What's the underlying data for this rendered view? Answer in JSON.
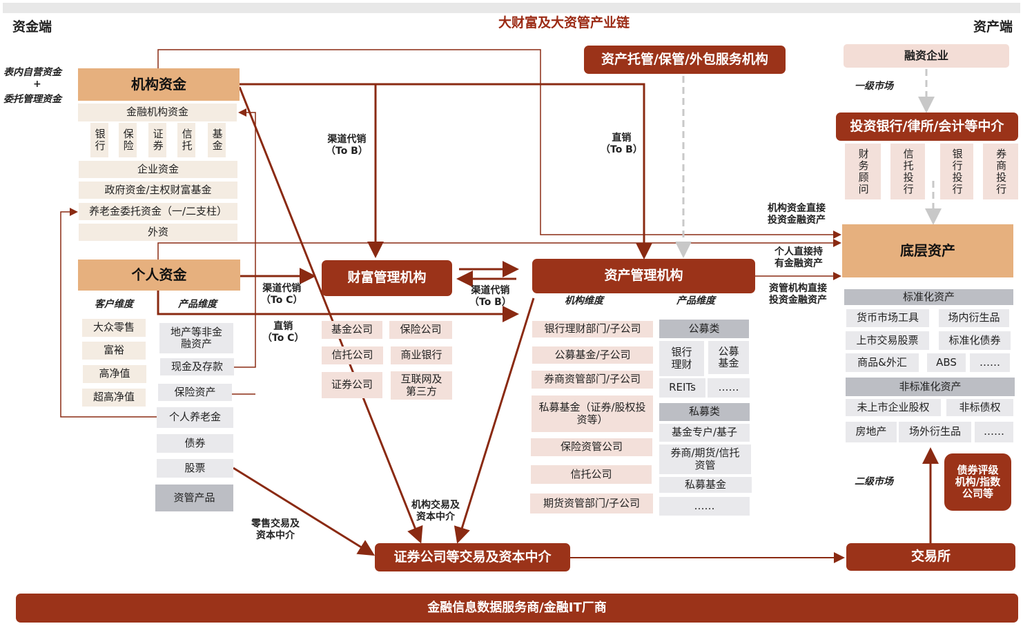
{
  "header": {
    "left": "资金端",
    "title": "大财富及大资管产业链",
    "right": "资产端"
  },
  "left_notes": {
    "line1": "表内自营资金",
    "plus": "+",
    "line2": "委托管理资金"
  },
  "inst_funds": {
    "title": "机构资金",
    "financial": "金融机构资金",
    "types": [
      "银行",
      "保险",
      "证券",
      "信托",
      "基金"
    ],
    "items": [
      "企业资金",
      "政府资金/主权财富基金",
      "养老金委托资金（一/二支柱）",
      "外资"
    ]
  },
  "personal_funds": {
    "title": "个人资金",
    "client_dim": "客户维度",
    "product_dim": "产品维度",
    "clients": [
      "大众零售",
      "富裕",
      "高净值",
      "超高净值"
    ],
    "products": [
      "地产等非金融资产",
      "现金及存款",
      "保险资产",
      "个人养老金",
      "债券",
      "股票",
      "资管产品"
    ]
  },
  "wealth": {
    "title": "财富管理机构",
    "items": [
      "基金公司",
      "保险公司",
      "信托公司",
      "商业银行",
      "证券公司",
      "互联网及第三方"
    ]
  },
  "asset_mgmt": {
    "title": "资产管理机构",
    "inst_dim": "机构维度",
    "product_dim": "产品维度",
    "institutions": [
      "银行理财部门/子公司",
      "公募基金/子公司",
      "券商资管部门/子公司",
      "私募基金（证券/股权投资等）",
      "保险资管公司",
      "信托公司",
      "期货资管部门/子公司"
    ],
    "public_header": "公募类",
    "public": [
      "银行理财",
      "公募基金",
      "REITs",
      "……"
    ],
    "private_header": "私募类",
    "private": [
      "基金专户/基子",
      "券商/期货/信托资管",
      "私募基金",
      "……"
    ]
  },
  "custody": "资产托管/保管/外包服务机构",
  "broker": "证券公司等交易及资本中介",
  "exchange": "交易所",
  "footer": "金融信息数据服务商/金融IT厂商",
  "financing": "融资企业",
  "primary_market": "一级市场",
  "secondary_market": "二级市场",
  "ibank": {
    "title": "投资银行/律所/会计等中介",
    "items": [
      "财务顾问",
      "信托投行",
      "银行投行",
      "券商投行"
    ]
  },
  "underlying": {
    "title": "底层资产",
    "std_header": "标准化资产",
    "std": [
      "货币市场工具",
      "场内衍生品",
      "上市交易股票",
      "标准化债券",
      "商品&外汇",
      "ABS",
      "……"
    ],
    "nonstd_header": "非标准化资产",
    "nonstd": [
      "未上市企业股权",
      "非标债权",
      "房地产",
      "场外衍生品",
      "……"
    ]
  },
  "rating": "债券评级机构/指数公司等",
  "flows": {
    "channel_tob_1": "渠道代销\n（To B）",
    "direct_tob": "直销\n（To B）",
    "channel_toc": "渠道代销\n（To C）",
    "direct_toc": "直销\n（To C）",
    "channel_tob_2": "渠道代销\n（To B）",
    "inst_direct": "机构资金直接\n投资金融资产",
    "personal_direct": "个人直接持\n有金融资产",
    "am_direct": "资管机构直接\n投资金融资产",
    "retail_trade": "零售交易及\n资本中介",
    "inst_trade": "机构交易及\n资本中介"
  },
  "colors": {
    "dark": "#9b3319",
    "orange": "#e6b07e",
    "line": "#8a2a12"
  }
}
